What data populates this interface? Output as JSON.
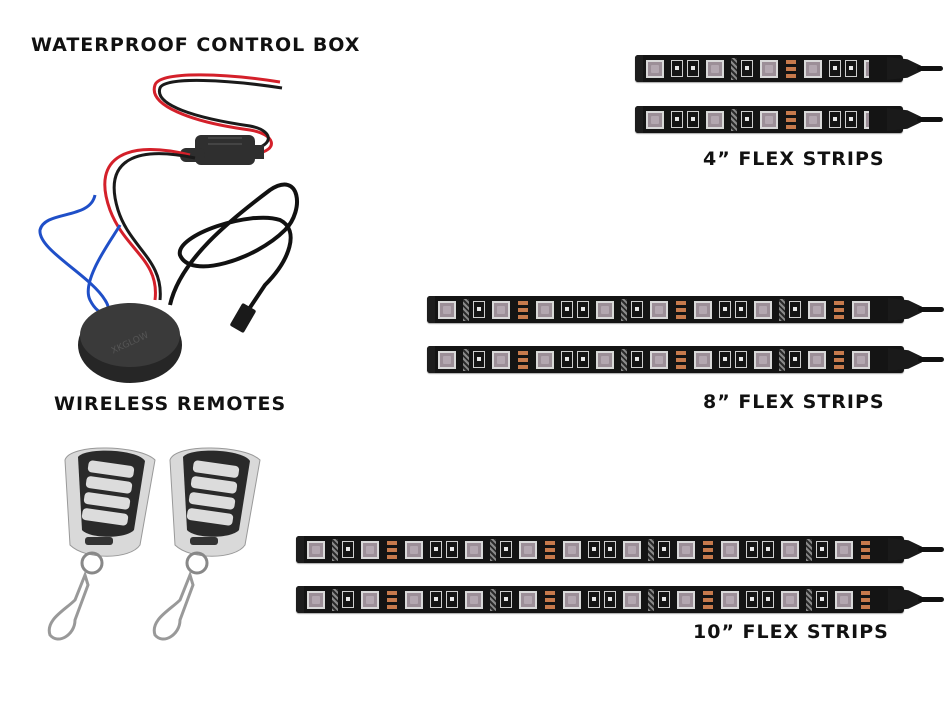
{
  "labels": {
    "control_box": "WATERPROOF CONTROL BOX",
    "remotes": "WIRELESS REMOTES",
    "strips_4": "4” FLEX STRIPS",
    "strips_8": "8” FLEX STRIPS",
    "strips_10": "10” FLEX STRIPS"
  },
  "products": {
    "control_box": {
      "name": "control-box",
      "wire_colors": [
        "#d4202a",
        "#1a1a1a",
        "#1f4fc8"
      ],
      "body_color": "#2b2b2b"
    },
    "remotes": {
      "count": 2,
      "buttons_per_remote": 4,
      "shell_color": "#d9d9d9",
      "face_color": "#2a2a2a"
    },
    "strips": [
      {
        "length": "4”",
        "count": 2
      },
      {
        "length": "8”",
        "count": 2
      },
      {
        "length": "10”",
        "count": 2
      }
    ]
  },
  "colors": {
    "strip_pcb": "#141414",
    "copper": "#c77a4c",
    "led": "#9c8f98",
    "text": "#111111"
  }
}
